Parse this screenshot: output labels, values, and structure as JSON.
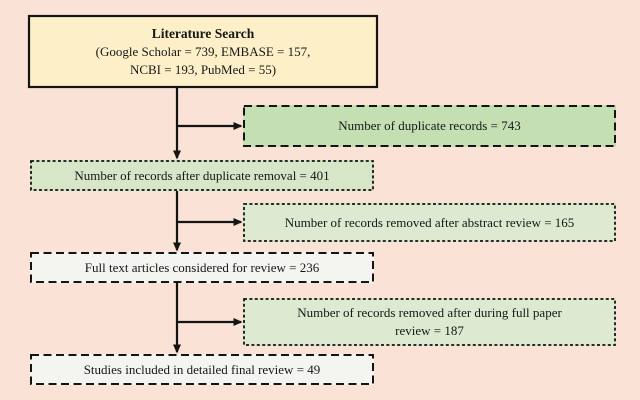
{
  "diagram": {
    "type": "flowchart",
    "title": "Literature search / study selection flow diagram",
    "boxes": {
      "literature_search": {
        "title": "Literature Search",
        "line2": "(Google Scholar = 739, EMBASE = 157,",
        "line3": "NCBI = 193, PubMed = 55)",
        "fill": "#fdf0c9",
        "border": "solid"
      },
      "duplicates": {
        "text": "Number of duplicate records = 743",
        "fill": "#c4e0b3",
        "border": "dashed-long"
      },
      "after_removal": {
        "text": "Number of records after duplicate removal = 401",
        "fill": "#d6e6c6",
        "border": "dashed-fine"
      },
      "abstract_removed": {
        "text": "Number of records removed after abstract review = 165",
        "fill": "#ddead1",
        "border": "dashed-fine"
      },
      "fulltext": {
        "text": "Full text articles considered for review = 236",
        "fill": "#f4f4f0",
        "border": "dashed-long"
      },
      "fullpaper_removed": {
        "text": "Number of records removed after during full paper review = 187",
        "fill": "#ddead1",
        "border": "dashed-fine"
      },
      "final": {
        "text": "Studies included in detailed final review = 49",
        "fill": "#f4f4f0",
        "border": "dashed-long"
      }
    },
    "colors": {
      "background": "#fae3d6",
      "line": "#141414",
      "text": "#171717"
    }
  }
}
